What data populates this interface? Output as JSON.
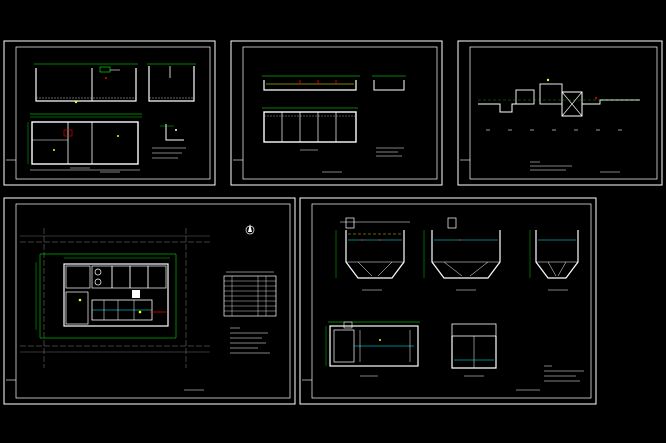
{
  "colors": {
    "background": "#000000",
    "frame": "#ffffff",
    "wall": "#ffffff",
    "dimension": "#00ff00",
    "annotation": "#00ffff",
    "water": "#ffff00",
    "accent": "#ff0000",
    "axis": "#808080"
  },
  "sheets": [
    {
      "name": "tank-plan-sheet",
      "title_block": "",
      "caption": ""
    },
    {
      "name": "filter-section-sheet",
      "title_block": "",
      "caption": ""
    },
    {
      "name": "process-flow-sheet",
      "title_block": "",
      "caption": ""
    },
    {
      "name": "site-plan-sheet",
      "title_block": "",
      "caption": ""
    },
    {
      "name": "sedimentation-detail-sheet",
      "title_block": "",
      "caption": ""
    }
  ],
  "north_arrow_icon": "north-arrow-icon"
}
